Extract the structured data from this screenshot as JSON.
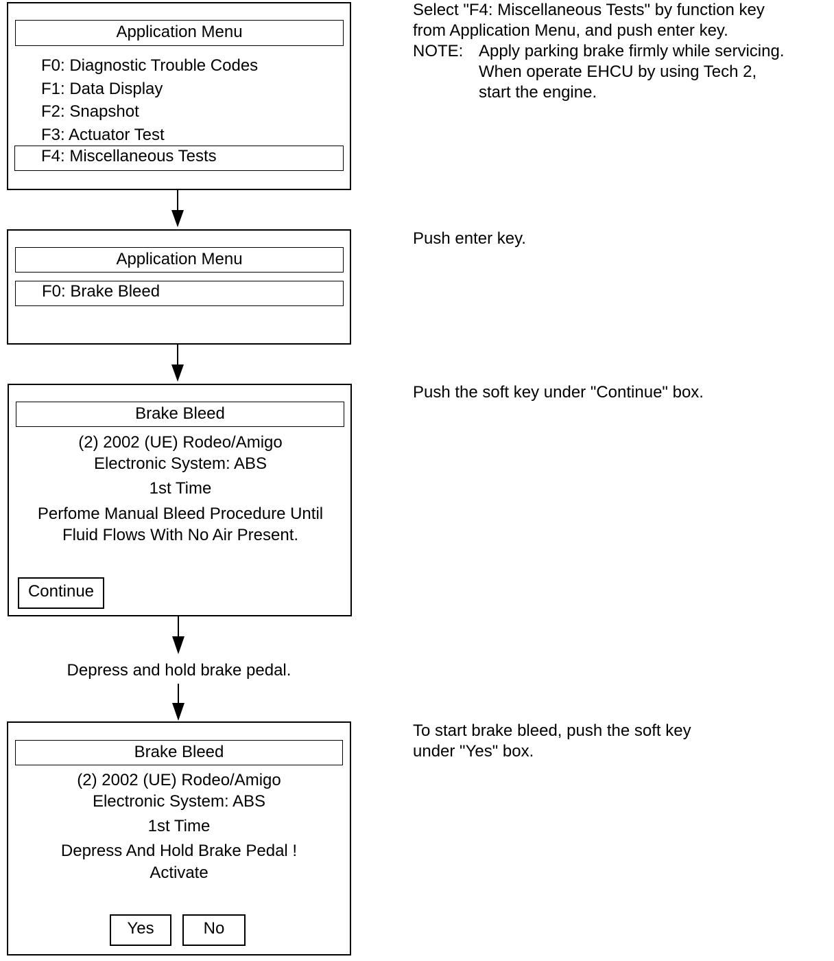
{
  "screen1": {
    "title": "Application Menu",
    "items": [
      "F0: Diagnostic Trouble Codes",
      "F1: Data Display",
      "F2: Snapshot",
      "F3: Actuator Test",
      "F4: Miscellaneous Tests"
    ],
    "selected_index": 4
  },
  "screen2": {
    "title": "Application Menu",
    "items": [
      "F0: Brake Bleed"
    ],
    "selected_index": 0
  },
  "screen3": {
    "title": "Brake Bleed",
    "vehicle": "(2) 2002  (UE) Rodeo/Amigo",
    "system": "Electronic System: ABS",
    "time": "1st Time",
    "message_line1": "Perfome Manual Bleed Procedure Until",
    "message_line2": "Fluid Flows With No Air Present.",
    "softkey": "Continue"
  },
  "between_step": "Depress and hold brake pedal.",
  "screen4": {
    "title": "Brake Bleed",
    "vehicle": "(2) 2002  (UE) Rodeo/Amigo",
    "system": "Electronic System: ABS",
    "time": "1st Time",
    "message_line1": "Depress And Hold Brake Pedal !",
    "message_line2": "Activate",
    "softkey_yes": "Yes",
    "softkey_no": "No"
  },
  "instructions": {
    "step1_line1": "Select \"F4: Miscellaneous Tests\" by function key",
    "step1_line2": "from Application Menu, and push enter key.",
    "note_label": "NOTE:",
    "note_line1": "Apply parking brake firmly while servicing.",
    "note_line2": "When operate EHCU by using Tech 2,",
    "note_line3": "start the engine.",
    "step2": "Push enter key.",
    "step3": "Push the soft key under \"Continue\" box.",
    "step4_line1": "To start brake bleed, push the soft key",
    "step4_line2": "under \"Yes\" box."
  }
}
